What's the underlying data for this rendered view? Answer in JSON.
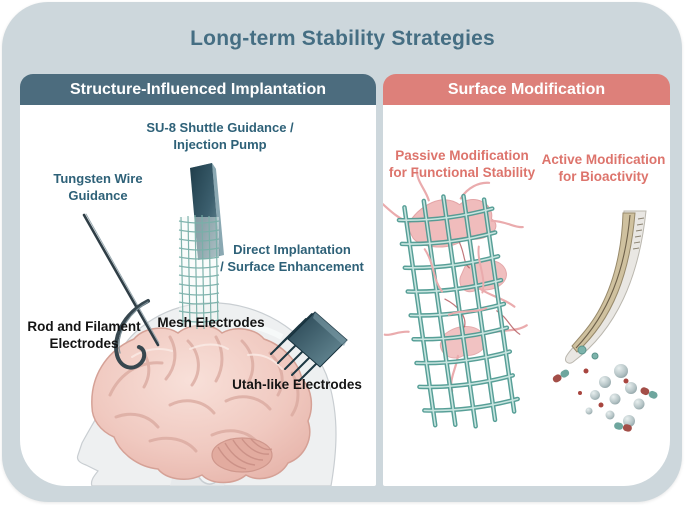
{
  "figure": {
    "title": "Long-term Stability Strategies",
    "palette": {
      "frame_bg": "#cdd7dc",
      "panel_bg": "#ffffff",
      "title_text": "#456e83",
      "structure_tab_bg": "#4c6c7e",
      "surface_tab_bg": "#dd807a",
      "teal_label_text": "#2e6178",
      "black_label_text": "#141414",
      "salmon_label_text": "#dd746c",
      "mesh_teal": "#5f9e96",
      "brain_pink": "#eec0b7",
      "neuron_pink": "#f0bcbc",
      "probe_tan": "#cfc19f"
    },
    "illustrations": [
      "head-with-brain",
      "su8-shuttle-blade",
      "mesh-electrode-ribbon",
      "tungsten-wire",
      "rod-filament-hook",
      "utah-array",
      "neuron-integrated-mesh",
      "flexible-probe-with-drug-particles"
    ]
  },
  "left_panel": {
    "tab_label": "Structure-Influenced Implantation",
    "labels": {
      "su8": {
        "line1": "SU-8 Shuttle Guidance /",
        "line2": "Injection Pump"
      },
      "tungsten": {
        "line1": "Tungsten Wire",
        "line2": "Guidance"
      },
      "direct": {
        "line1": "Direct Implantation",
        "line2": "/ Surface Enhancement"
      },
      "rod": {
        "line1": "Rod and Filament",
        "line2": "Electrodes"
      },
      "mesh": "Mesh Electrodes",
      "utah": "Utah-like Electrodes"
    }
  },
  "right_panel": {
    "tab_label": "Surface Modification",
    "labels": {
      "passive": {
        "line1": "Passive Modification",
        "line2": "for Functional Stability"
      },
      "active": {
        "line1": "Active Modification",
        "line2": "for Bioactivity"
      }
    }
  }
}
